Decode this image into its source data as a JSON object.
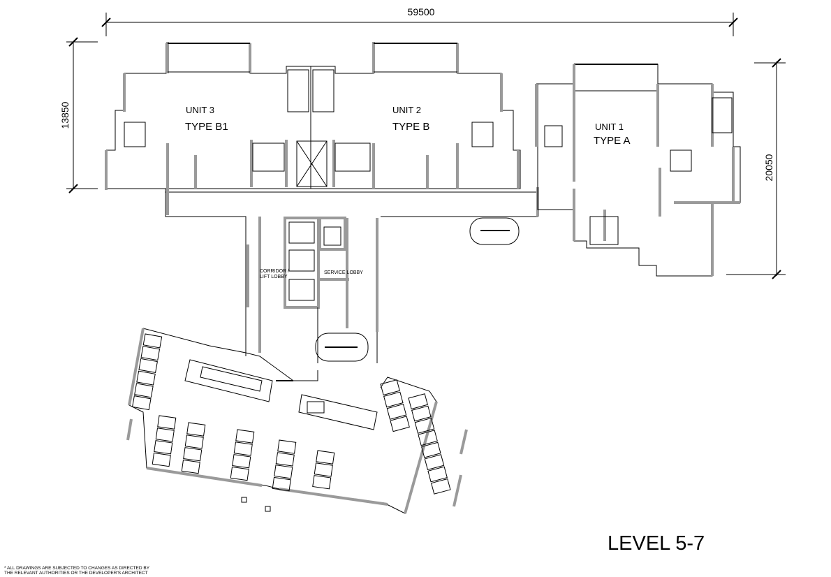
{
  "dimensions": {
    "overall_width": "59500",
    "left_height": "13850",
    "right_height": "20050"
  },
  "units": [
    {
      "name": "UNIT 3",
      "type": "TYPE B1"
    },
    {
      "name": "UNIT 2",
      "type": "TYPE B"
    },
    {
      "name": "UNIT 1",
      "type": "TYPE A"
    }
  ],
  "labels": {
    "corridor_line1": "CORRIDOR /",
    "corridor_line2": "LIFT LOBBY",
    "service_lobby": "SERVICE LOBBY"
  },
  "title": "LEVEL 5-7",
  "disclaimer": {
    "line1": "* ALL DRAWINGS ARE SUBJECTED TO CHANGES AS DIRECTED BY",
    "line2": "THE RELEVANT AUTHORITIES OR THE DEVELOPER'S ARCHITECT"
  }
}
